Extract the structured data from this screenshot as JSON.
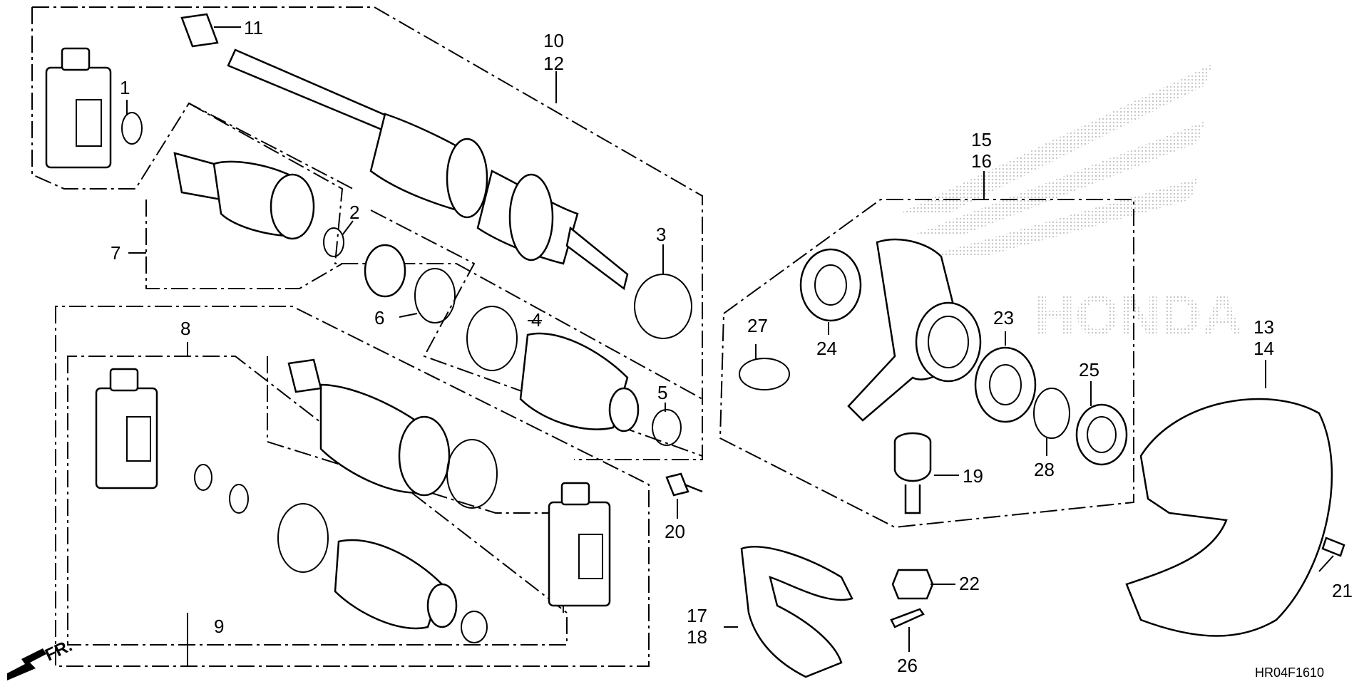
{
  "labels": {
    "p1": "1",
    "p2": "2",
    "p3": "3",
    "p4": "4",
    "p5": "5",
    "p6": "6",
    "p7": "7",
    "p8": "8",
    "p9": "9",
    "p10": "10",
    "p11": "11",
    "p12": "12",
    "p13": "13",
    "p14": "14",
    "p15": "15",
    "p16": "16",
    "p17": "17",
    "p18": "18",
    "p19": "19",
    "p20": "20",
    "p21": "21",
    "p22": "22",
    "p23": "23",
    "p24": "24",
    "p25": "25",
    "p26": "26",
    "p27": "27",
    "p28": "28"
  },
  "diagram_code": "HR04F1610",
  "direction_marker": "FR.",
  "watermark": "HONDA"
}
